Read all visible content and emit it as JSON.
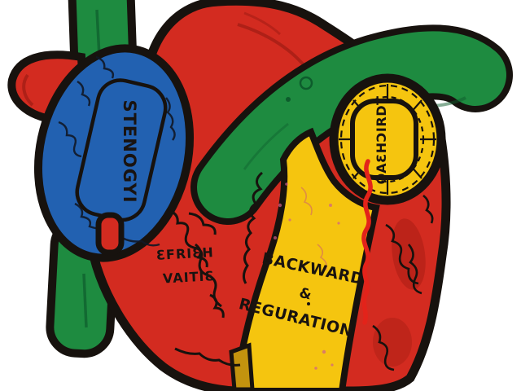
{
  "scene": {
    "description": "Cartoon sticker illustration of an anatomical heart with garbled medical labels",
    "background_color": "#ffffff"
  },
  "palette": {
    "outline": "#17120e",
    "red": "#d32b20",
    "dark_red": "#8f1710",
    "green": "#1e8b40",
    "dark_green": "#0d5c2c",
    "blue": "#2261b1",
    "yellow": "#f5c50f",
    "gold_shadow": "#c3930e",
    "squiggle_red": "#e3231a",
    "pink_speckle": "#cf5f8a",
    "text": "#191310"
  },
  "labels": {
    "blue_chamber": {
      "text": "STENOGYI"
    },
    "red_chamber": {
      "line1": "ƐFRIƐH",
      "line2": "VAITIƐ"
    },
    "yellow_band": {
      "line1": "BACKWARD",
      "line2": "&",
      "line3": "REGURATION"
    },
    "aorta_circle": {
      "text": "OAƐHƆIRDT"
    }
  }
}
